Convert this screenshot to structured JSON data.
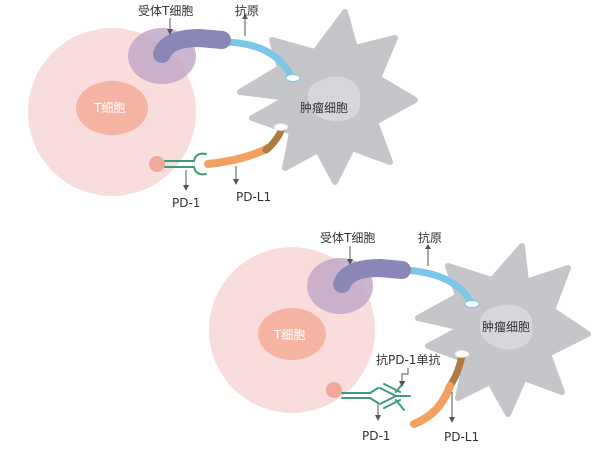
{
  "labels": {
    "t_cell": "T细胞",
    "receptor": "受体T细胞",
    "antigen": "抗原",
    "tumor": "肿瘤细胞",
    "pd1": "PD-1",
    "pdl1": "PD-L1",
    "antibody": "抗PD-1单抗"
  },
  "colors": {
    "t_cell_outer": "#f9dcdc",
    "t_cell_inner": "#f4a890",
    "receptor_patch": "#c3a8c8",
    "receptor": "#8a86b8",
    "antigen": "#7cc6e8",
    "tumor": "#c5c6ca",
    "tumor_nucleus": "#d6d7da",
    "pd1": "#3f9c7a",
    "pdl1_orange": "#f4a060",
    "pdl1_brown": "#b07a40",
    "pd1_dot": "#f0a99a"
  }
}
